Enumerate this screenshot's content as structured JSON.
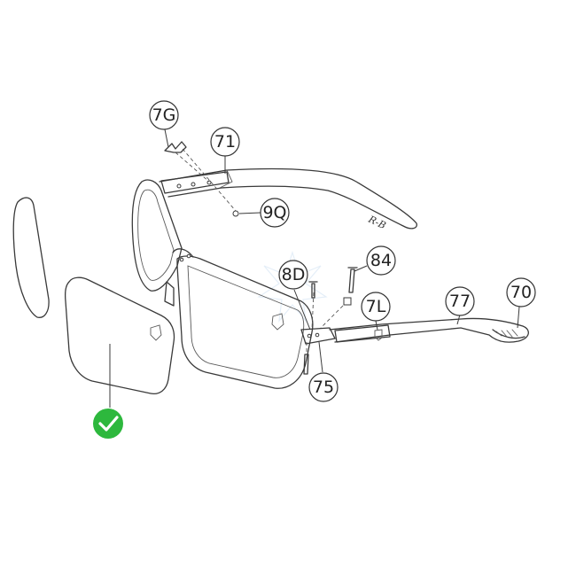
{
  "callouts": [
    {
      "id": "7G",
      "label": "7G"
    },
    {
      "id": "71",
      "label": "71"
    },
    {
      "id": "9Q",
      "label": "9Q"
    },
    {
      "id": "8D",
      "label": "8D"
    },
    {
      "id": "84",
      "label": "84"
    },
    {
      "id": "7L",
      "label": "7L"
    },
    {
      "id": "77",
      "label": "77"
    },
    {
      "id": "70",
      "label": "70"
    },
    {
      "id": "75",
      "label": "75"
    }
  ],
  "colors": {
    "selected_badge": "#2db83d",
    "line": "#3a3a3a"
  },
  "icons": {
    "selected": "check-circle-icon"
  }
}
